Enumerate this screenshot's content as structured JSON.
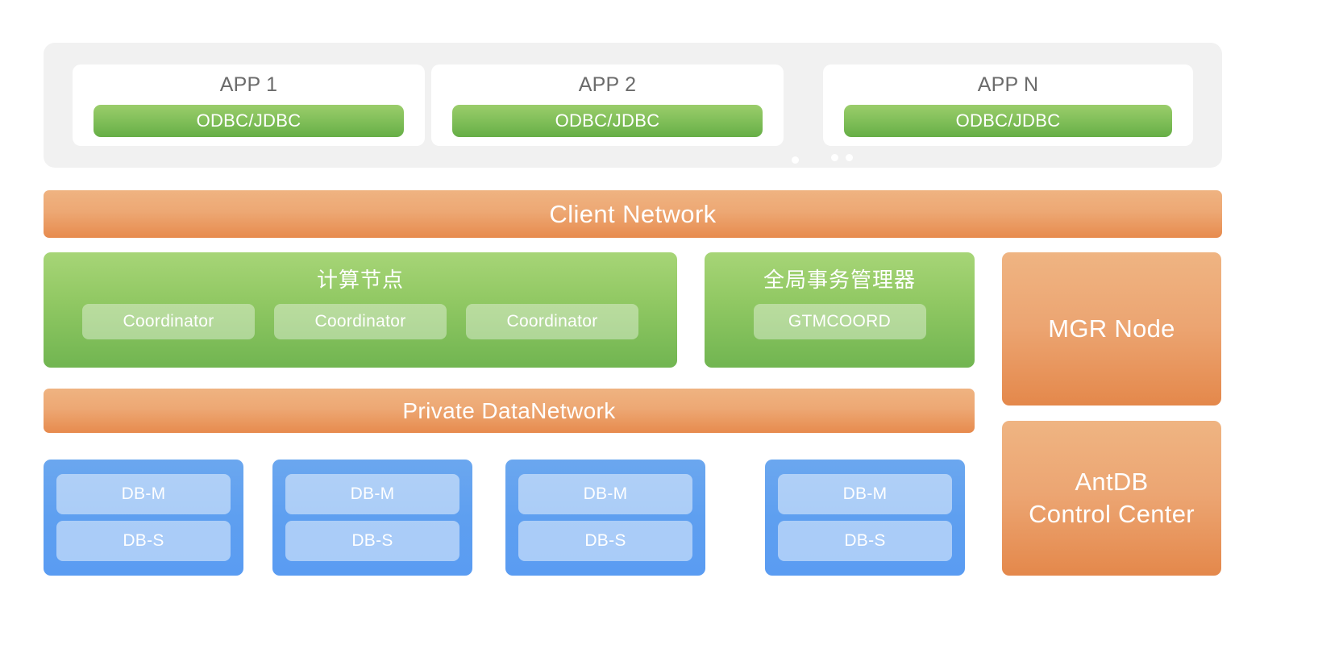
{
  "diagram": {
    "app_tier": {
      "apps": [
        {
          "title": "APP 1",
          "connector": "ODBC/JDBC"
        },
        {
          "title": "APP 2",
          "connector": "ODBC/JDBC"
        },
        {
          "title": "APP N",
          "connector": "ODBC/JDBC"
        }
      ],
      "ellipsis": "••"
    },
    "client_network": {
      "label": "Client Network"
    },
    "compute_node": {
      "title": "计算节点",
      "items": [
        {
          "label": "Coordinator"
        },
        {
          "label": "Coordinator"
        },
        {
          "label": "Coordinator"
        }
      ]
    },
    "gtm_node": {
      "title": "全局事务管理器",
      "items": [
        {
          "label": "GTMCOORD"
        }
      ]
    },
    "private_network": {
      "label": "Private DataNetwork"
    },
    "db_groups": [
      {
        "master": "DB-M",
        "slave": "DB-S"
      },
      {
        "master": "DB-M",
        "slave": "DB-S"
      },
      {
        "master": "DB-M",
        "slave": "DB-S"
      },
      {
        "master": "DB-M",
        "slave": "DB-S"
      }
    ],
    "side_boxes": {
      "mgr_node": {
        "label": "MGR Node"
      },
      "control_center": {
        "label": "AntDB\nControl Center"
      }
    },
    "colors": {
      "app_tier_bg": "#f1f1f1",
      "app_card_bg": "#ffffff",
      "app_title_text": "#6b6b6b",
      "green_light": "#a7d577",
      "green_dark": "#71b551",
      "orange_light": "#efb482",
      "orange_dark": "#e4884b",
      "blue_light": "#6ba7ef",
      "blue_dark": "#5a9cf2",
      "text_on_fill": "#ffffff"
    }
  }
}
